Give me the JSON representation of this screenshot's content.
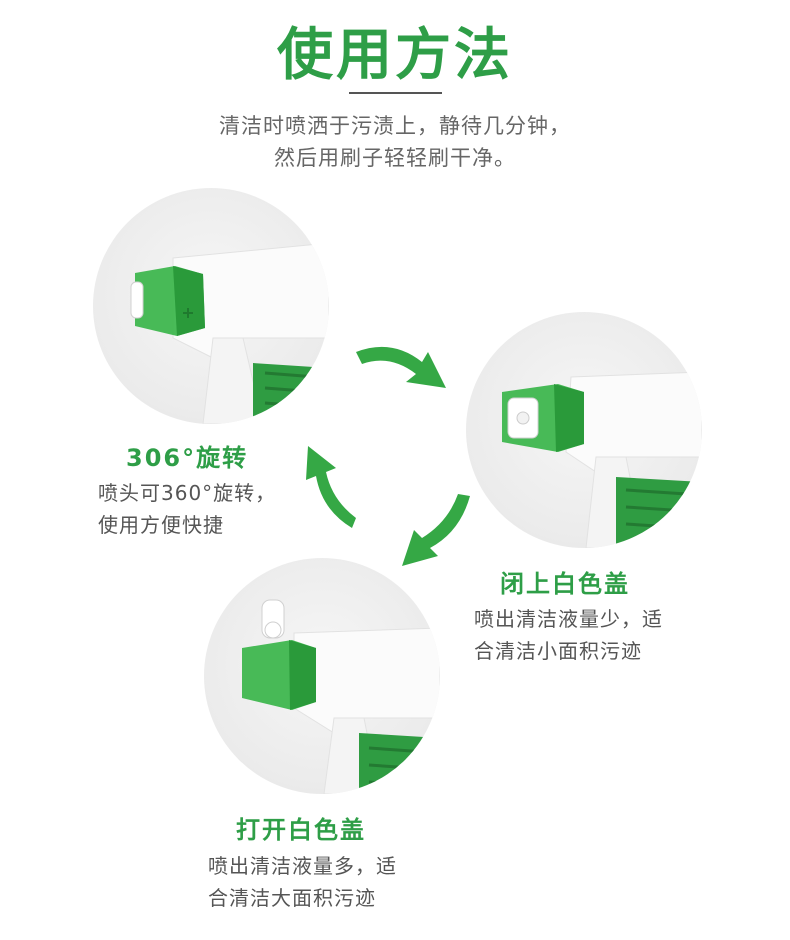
{
  "title": "使用方法",
  "intro": {
    "line1": "清洁时喷洒于污渍上，静待几分钟，",
    "line2": "然后用刷子轻轻刷干净。"
  },
  "steps": [
    {
      "title": "306°旋转",
      "desc_line1": "喷头可360°旋转，",
      "desc_line2": "使用方便快捷"
    },
    {
      "title": "闭上白色盖",
      "desc_line1": "喷出清洁液量少，适",
      "desc_line2": "合清洁小面积污迹"
    },
    {
      "title": "打开白色盖",
      "desc_line1": "喷出清洁液量多，适",
      "desc_line2": "合清洁大面积污迹"
    }
  ],
  "colors": {
    "accent": "#2e9e47",
    "text": "#555555",
    "circle": "#ebebeb"
  },
  "icons": [
    "arrow-icon",
    "spray-nozzle-image"
  ]
}
